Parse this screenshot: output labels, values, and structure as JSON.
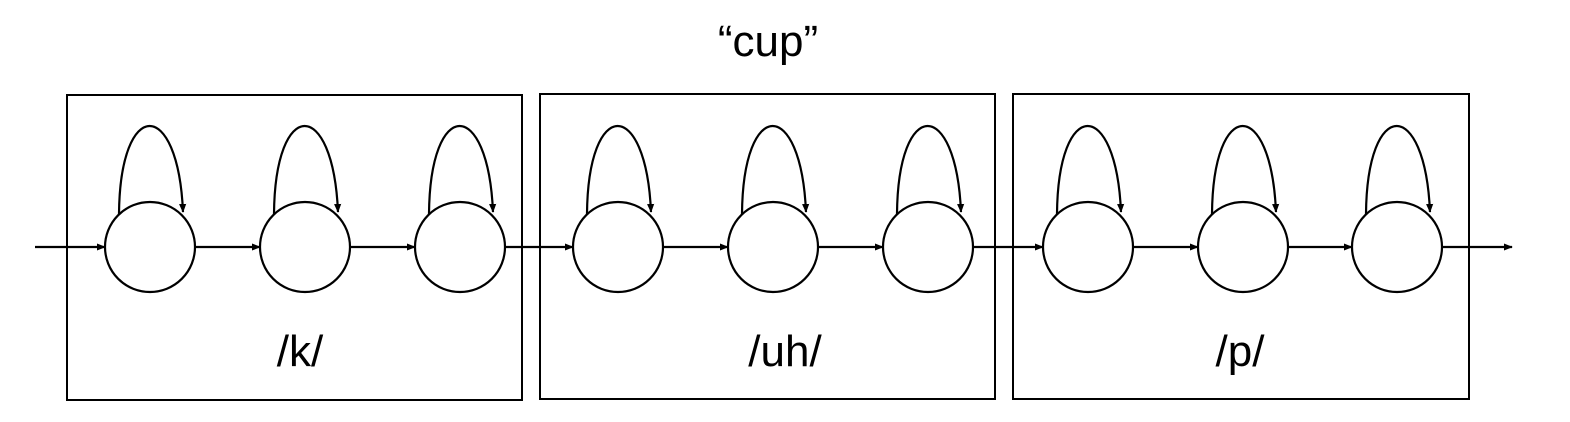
{
  "word": "“cup”",
  "phones": [
    {
      "label": "/k/",
      "states": 3
    },
    {
      "label": "/uh/",
      "states": 3
    },
    {
      "label": "/p/",
      "states": 3
    }
  ],
  "colors": {
    "stroke": "#000000",
    "background": "#ffffff"
  }
}
